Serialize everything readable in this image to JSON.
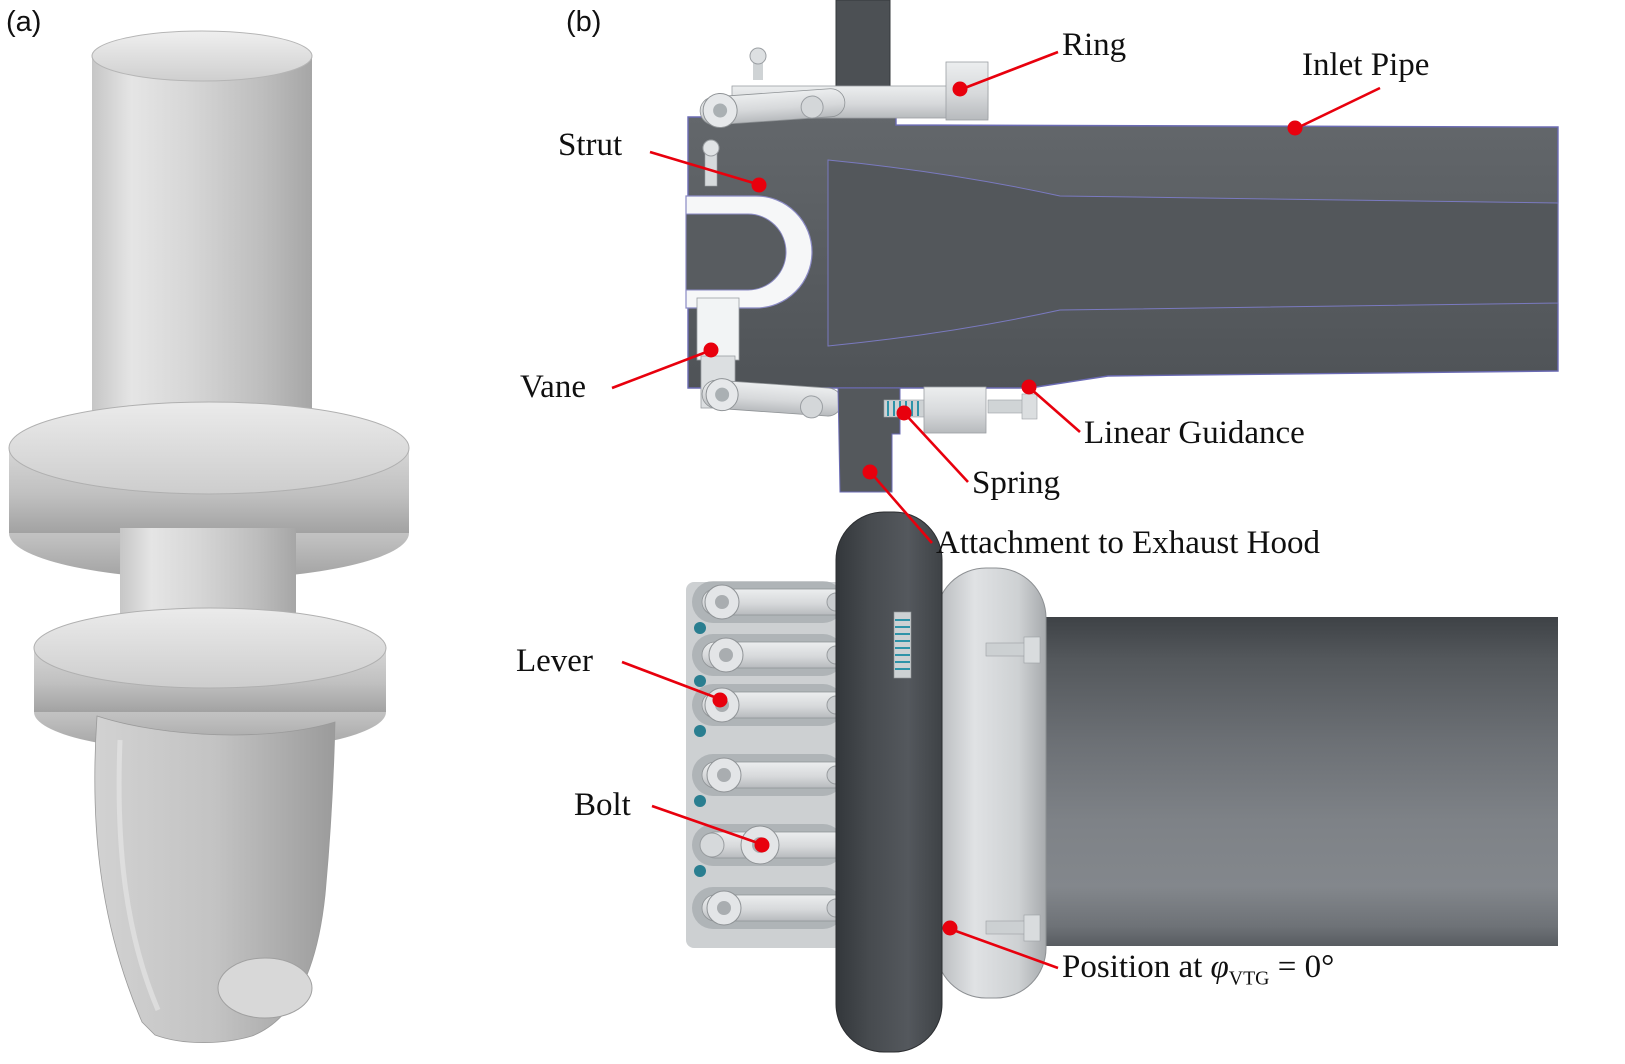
{
  "figure": {
    "panel_a": {
      "tag": "(a)"
    },
    "panel_b": {
      "tag": "(b)"
    }
  },
  "annotations": {
    "ring": {
      "label": "Ring"
    },
    "inlet_pipe": {
      "label": "Inlet Pipe"
    },
    "strut": {
      "label": "Strut"
    },
    "vane": {
      "label": "Vane"
    },
    "linear_guidance": {
      "label": "Linear Guidance"
    },
    "spring": {
      "label": "Spring"
    },
    "attachment_to_exhaust_hood": {
      "label": "Attachment to Exhaust Hood"
    },
    "lever": {
      "label": "Lever"
    },
    "bolt": {
      "label": "Bolt"
    },
    "position": {
      "prefix": "Position at ",
      "symbol": "φ",
      "subscript": "VTG",
      "suffix": " = 0°"
    }
  },
  "colors": {
    "annotation_red": "#e8000d",
    "pipe_dark_gray": "#595d61",
    "part_light_gray": "#d9dbdd",
    "section_edge_blue": "#6b6bb4",
    "background": "#ffffff"
  }
}
